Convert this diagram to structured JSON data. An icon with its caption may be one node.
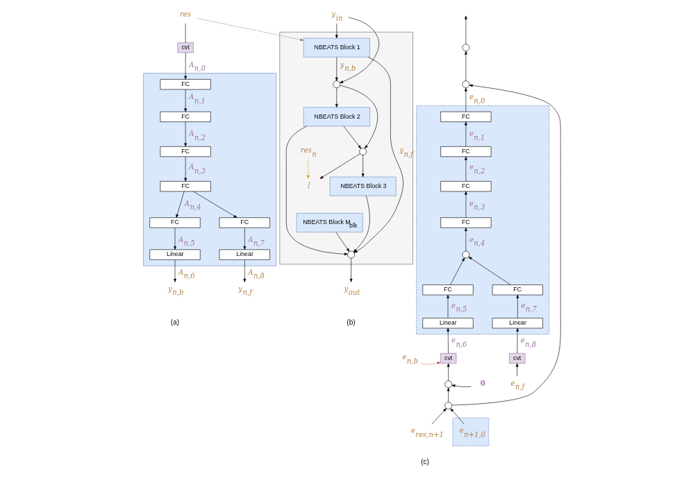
{
  "diagram": {
    "nodes": [
      {
        "text": [
          "res"
        ]
      },
      {
        "text": [
          "cvt"
        ]
      },
      {
        "text": [],
        "shape": "box"
      },
      {
        "text": [
          "FC"
        ],
        "in": 2
      },
      {
        "text": [
          "FC"
        ],
        "in": 2
      },
      {
        "text": [
          "FC"
        ],
        "in": 2
      },
      {
        "text": [
          "FC"
        ],
        "in": 2
      },
      {
        "text": [
          "FC"
        ],
        "in": 2
      },
      {
        "text": [
          "FC"
        ],
        "in": 2
      },
      {
        "text": [
          "Linear"
        ],
        "in": 2
      },
      {
        "text": [
          "Linear"
        ],
        "in": 2
      },
      {
        "text": [
          "y$_{n,b}$"
        ]
      },
      {
        "text": [
          "y$_{n,f}$"
        ]
      },
      {
        "text": [
          "y$_{in}$"
        ]
      },
      {
        "text": [],
        "shape": "box"
      },
      {
        "text": [
          "NBEATS Block 1"
        ],
        "in": 14
      },
      {
        "text": [],
        "shape": "circle",
        "in": 14
      },
      {
        "text": [
          "NBEATS Block 2"
        ],
        "in": 14
      },
      {
        "text": [],
        "shape": "circle",
        "in": 14
      },
      {
        "text": [
          "NBEATS Block 3"
        ],
        "in": 14
      },
      {
        "text": [
          "⋮"
        ],
        "in": 14
      },
      {
        "text": [
          "NBEATS Block M$_{blk}$"
        ],
        "in": 14
      },
      {
        "text": [],
        "shape": "circle",
        "in": 14
      },
      {
        "text": [
          "res$_{n}$"
        ],
        "in": 14
      },
      {
        "text": [
          "y$_{out}$"
        ]
      },
      {
        "text": [],
        "shape": "circle"
      },
      {
        "text": [],
        "shape": "circle"
      },
      {
        "text": [],
        "shape": "box"
      },
      {
        "text": [
          "FC"
        ],
        "in": 27
      },
      {
        "text": [
          "FC"
        ],
        "in": 27
      },
      {
        "text": [
          "FC"
        ],
        "in": 27
      },
      {
        "text": [
          "FC"
        ],
        "in": 27
      },
      {
        "text": [],
        "shape": "circle",
        "in": 27
      },
      {
        "text": [
          "FC"
        ],
        "in": 27
      },
      {
        "text": [
          "FC"
        ],
        "in": 27
      },
      {
        "text": [
          "Linear"
        ],
        "in": 27
      },
      {
        "text": [
          "Linear"
        ],
        "in": 27
      },
      {
        "text": [
          "cvt"
        ]
      },
      {
        "text": [
          "cvt"
        ]
      },
      {
        "text": [],
        "shape": "circle"
      },
      {
        "text": [
          "0"
        ]
      },
      {
        "text": [],
        "shape": "circle"
      },
      {
        "text": [
          "e$_{n,f}$"
        ]
      },
      {
        "text": [
          "e$_{res,n+1}$"
        ]
      },
      {
        "text": [],
        "shape": "box"
      },
      {
        "text": [
          "e$_{n+1,0}$"
        ],
        "in": 44
      },
      {
        "text": [
          "e$_{n,b}$"
        ]
      }
    ],
    "edges": [
      {
        "from": 0,
        "to": 1,
        "arrow": "none"
      },
      {
        "from": 1,
        "to": 3,
        "arrow": "to",
        "label": "A$_{n,0}$"
      },
      {
        "from": 3,
        "to": 4,
        "arrow": "to",
        "label": "A$_{n,1}$"
      },
      {
        "from": 4,
        "to": 5,
        "arrow": "to",
        "label": "A$_{n,2}$"
      },
      {
        "from": 5,
        "to": 6,
        "arrow": "to",
        "label": "A$_{n,3}$"
      },
      {
        "from": 6,
        "to": 7,
        "arrow": "to",
        "label": "A$_{n,4}$"
      },
      {
        "from": 6,
        "to": 8,
        "arrow": "to"
      },
      {
        "from": 7,
        "to": 9,
        "arrow": "to",
        "label": "A$_{n,5}$"
      },
      {
        "from": 8,
        "to": 10,
        "arrow": "to",
        "label": "A$_{n,7}$"
      },
      {
        "from": 9,
        "to": 11,
        "arrow": "to",
        "label": "A$_{n,6}$"
      },
      {
        "from": 10,
        "to": 12,
        "arrow": "to",
        "label": "A$_{n,8}$"
      },
      {
        "from": 0,
        "to": 15,
        "arrow": "to",
        "style": "dashed",
        "color": "#9673a6"
      },
      {
        "from": 13,
        "to": 15,
        "arrow": "to"
      },
      {
        "from": 13,
        "to": 16,
        "arrow": "to"
      },
      {
        "from": 15,
        "to": 16,
        "arrow": "to",
        "label": "y$_{n,b}$"
      },
      {
        "from": 15,
        "to": 22,
        "arrow": "to",
        "label": "y$_{n,f}$"
      },
      {
        "from": 16,
        "to": 17,
        "arrow": "to"
      },
      {
        "from": 16,
        "to": 18,
        "arrow": "to"
      },
      {
        "from": 17,
        "to": 18,
        "arrow": "to"
      },
      {
        "from": 17,
        "to": 22,
        "arrow": "to"
      },
      {
        "from": 18,
        "to": 19,
        "arrow": "to"
      },
      {
        "from": 18,
        "to": 20,
        "arrow": "to"
      },
      {
        "from": 19,
        "to": 22,
        "arrow": "to"
      },
      {
        "from": 21,
        "to": 22,
        "arrow": "to"
      },
      {
        "from": 22,
        "to": 24,
        "arrow": "to"
      },
      {
        "from": 23,
        "to": 20,
        "arrow": "to",
        "style": "dashed",
        "color": "#d79b00"
      },
      {
        "from": 26,
        "to": 25,
        "arrow": "to"
      },
      {
        "from": 25,
        "to": null,
        "arrow": "to"
      },
      {
        "from": 28,
        "to": 26,
        "arrow": "to",
        "label": "e$_{n,0}$"
      },
      {
        "from": 29,
        "to": 28,
        "arrow": "to",
        "label": "e$_{n,1}$"
      },
      {
        "from": 30,
        "to": 29,
        "arrow": "to",
        "label": "e$_{n,2}$"
      },
      {
        "from": 31,
        "to": 30,
        "arrow": "to",
        "label": "e$_{n,3}$"
      },
      {
        "from": 32,
        "to": 31,
        "arrow": "to",
        "label": "e$_{n,4}$"
      },
      {
        "from": 33,
        "to": 32,
        "arrow": "to"
      },
      {
        "from": 34,
        "to": 32,
        "arrow": "to"
      },
      {
        "from": 35,
        "to": 33,
        "arrow": "to",
        "label": "e$_{n,5}$"
      },
      {
        "from": 36,
        "to": 34,
        "arrow": "to",
        "label": "e$_{n,7}$"
      },
      {
        "from": 37,
        "to": 35,
        "arrow": "to",
        "label": "e$_{n,6}$"
      },
      {
        "from": 38,
        "to": 36,
        "arrow": "to",
        "label": "e$_{n,8}$"
      },
      {
        "from": 39,
        "to": 37,
        "arrow": "to"
      },
      {
        "from": 40,
        "to": 39,
        "arrow": "to"
      },
      {
        "from": 41,
        "to": 39,
        "arrow": "to"
      },
      {
        "from": 41,
        "to": 26,
        "arrow": "to"
      },
      {
        "from": 42,
        "to": 38,
        "arrow": "to"
      },
      {
        "from": 43,
        "to": 41,
        "arrow": "to"
      },
      {
        "from": 45,
        "to": 41,
        "arrow": "to"
      },
      {
        "from": 46,
        "to": 37,
        "arrow": "to",
        "style": "dashed",
        "color": "#b85450"
      }
    ],
    "labels": [
      "(a)",
      "(b)",
      "(c)"
    ]
  }
}
